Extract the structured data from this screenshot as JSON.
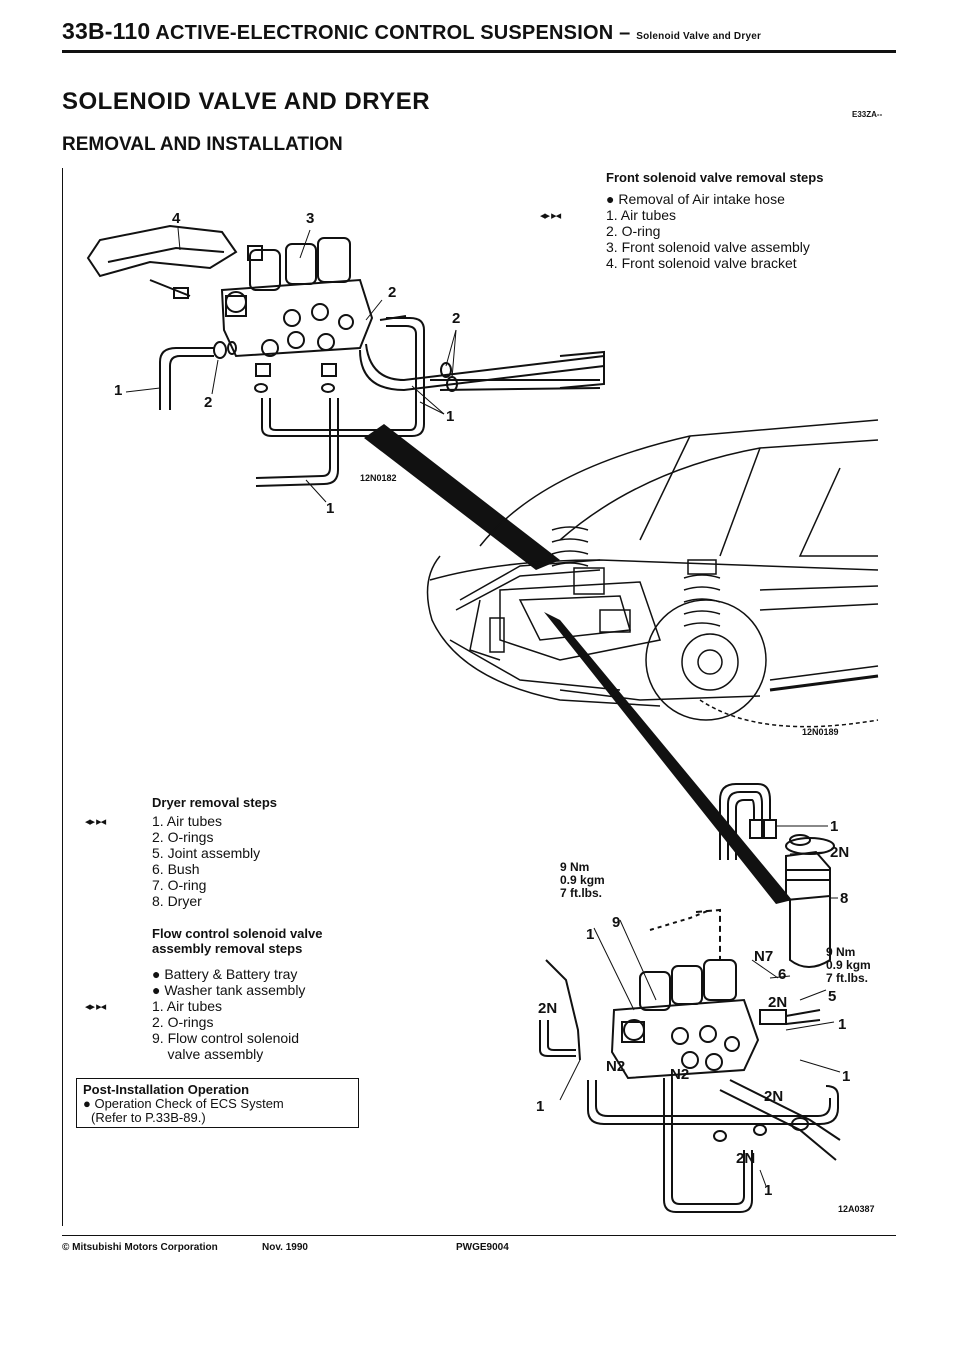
{
  "header": {
    "code": "33B-110",
    "title": "ACTIVE-ELECTRONIC CONTROL SUSPENSION",
    "dash": "–",
    "subtitle": "Solenoid Valve and Dryer"
  },
  "section": {
    "title": "SOLENOID VALVE AND DRYER",
    "code": "E33ZA--",
    "subtitle": "REMOVAL AND INSTALLATION"
  },
  "front_steps": {
    "title": "Front solenoid valve removal steps",
    "items": [
      "● Removal of Air intake hose",
      "1. Air tubes",
      "2. O-ring",
      "3. Front solenoid valve assembly",
      "4. Front solenoid valve bracket"
    ]
  },
  "dryer_steps": {
    "title": "Dryer removal steps",
    "items": [
      "1. Air tubes",
      "2. O-rings",
      "5. Joint assembly",
      "6. Bush",
      "7. O-ring",
      "8. Dryer"
    ]
  },
  "flow_steps": {
    "title_line1": "Flow control solenoid valve",
    "title_line2": "assembly removal steps",
    "items": [
      "● Battery & Battery tray",
      "● Washer tank assembly",
      "1. Air tubes",
      "2. O-rings",
      "9. Flow control solenoid",
      "    valve assembly"
    ]
  },
  "post_installation": {
    "title": "Post-Installation Operation",
    "line1": "● Operation Check of ECS System",
    "line2": "(Refer to P.33B-89.)"
  },
  "arrow_symbol": "◂▸ ▸◂",
  "figures": {
    "fig1_code": "12N0182",
    "fig2_code": "12N0189",
    "fig3_code": "12A0387",
    "fig1_labels": [
      "4",
      "3",
      "2",
      "2",
      "1",
      "2",
      "1",
      "1"
    ],
    "fig3_labels": [
      "1",
      "2N",
      "8",
      "1",
      "9",
      "N7",
      "6",
      "2N",
      "5",
      "2N",
      "1",
      "N2",
      "N2",
      "1",
      "2N",
      "1",
      "2N",
      "1"
    ],
    "torque_left": [
      "9 Nm",
      "0.9 kgm",
      "7 ft.lbs."
    ],
    "torque_right": [
      "9 Nm",
      "0.9 kgm",
      "7 ft.lbs."
    ]
  },
  "footer": {
    "copyright": "© Mitsubishi Motors Corporation",
    "date": "Nov. 1990",
    "code": "PWGE9004"
  }
}
